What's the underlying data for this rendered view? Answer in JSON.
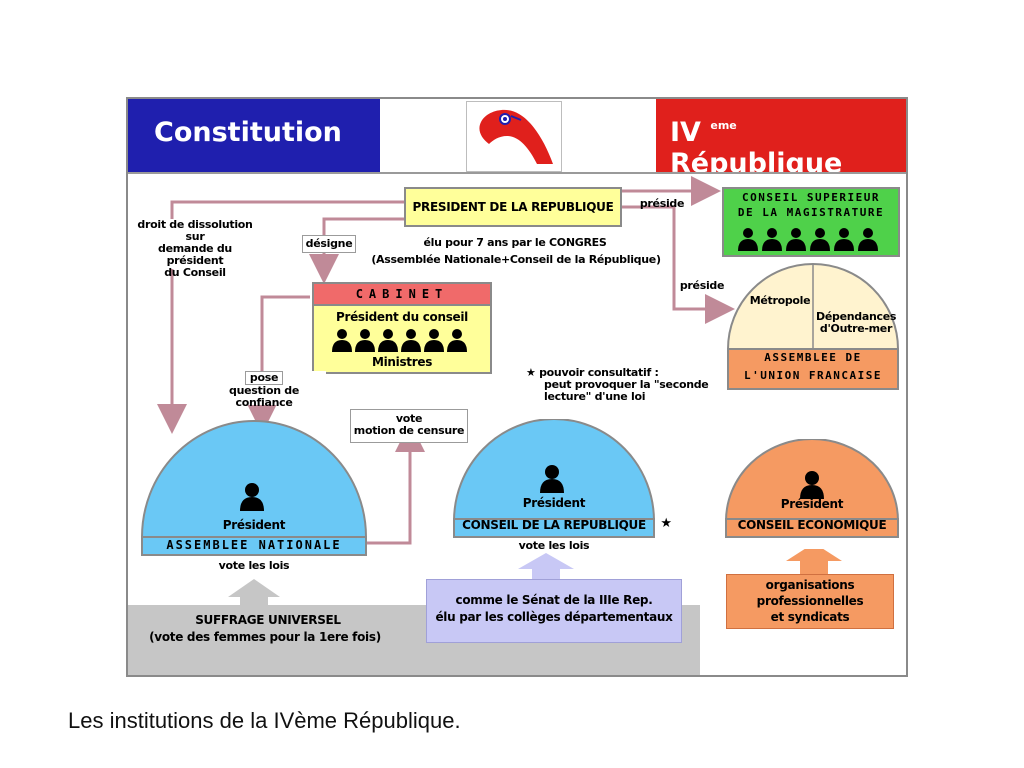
{
  "header": {
    "left_title": "Constitution",
    "right_title": "IV",
    "right_title_sup": "eme",
    "right_title_rest": "République",
    "colors": {
      "blue": "#1f1fae",
      "red": "#e0201c"
    }
  },
  "president": {
    "title": "PRESIDENT DE LA REPUBLIQUE",
    "elected": "élu pour 7 ans par le CONGRES",
    "elected_detail": "(Assemblée Nationale+Conseil de la République)"
  },
  "labels": {
    "preside_1": "préside",
    "preside_2": "préside",
    "designe": "désigne",
    "dissolution": [
      "droit de dissolution sur",
      "demande du président",
      "du Conseil"
    ],
    "confiance": [
      "pose",
      "question de confiance"
    ],
    "censure": [
      "vote",
      "motion de censure"
    ],
    "consultatif": [
      "pouvoir consultatif :",
      "peut provoquer la \"seconde",
      "lecture\" d'une loi"
    ],
    "vote_lois_1": "vote les lois",
    "vote_lois_2": "vote les lois"
  },
  "csm": {
    "line1": "CONSEIL SUPERIEUR",
    "line2": "DE LA MAGISTRATURE",
    "members": 6
  },
  "cabinet": {
    "title": "CABINET",
    "president": "Président du conseil",
    "ministres": "Ministres",
    "members": 6
  },
  "union": {
    "metropole": "Métropole",
    "dependances": [
      "Dépendances",
      "d'Outre-mer"
    ],
    "line1": "ASSEMBLEE DE",
    "line2": "L'UNION FRANCAISE"
  },
  "assemblee": {
    "president": "Président",
    "name": "ASSEMBLEE NATIONALE"
  },
  "conseil_rep": {
    "president": "Président",
    "name": "CONSEIL DE LA REPUBLIQUE",
    "star": "★"
  },
  "conseil_eco": {
    "president": "Président",
    "name": "CONSEIL ECONOMIQUE"
  },
  "suffrage": {
    "line1": "SUFFRAGE UNIVERSEL",
    "line2": "(vote des femmes pour la 1ere fois)"
  },
  "senat": {
    "line1": "comme le Sénat de la IIIe Rep.",
    "line2": "élu par les collèges départementaux"
  },
  "organisations": {
    "line1": "organisations",
    "line2": "professionnelles",
    "line3": "et syndicats"
  },
  "caption": "Les institutions de la IVème République.",
  "icons": {
    "logo": "bonnet-phrygien-icon",
    "person": "person-icon",
    "star": "star-icon"
  }
}
